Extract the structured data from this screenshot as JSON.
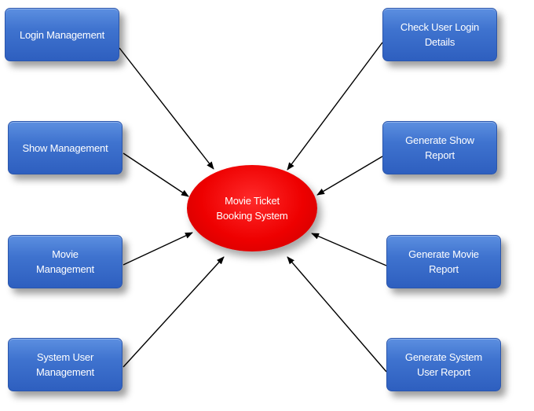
{
  "center": {
    "label_line1": "Movie Ticket",
    "label_line2": "Booking System"
  },
  "left_nodes": [
    {
      "lines": [
        "Login Management"
      ]
    },
    {
      "lines": [
        "Show Management"
      ]
    },
    {
      "lines": [
        "Movie",
        "Management"
      ]
    },
    {
      "lines": [
        "System User",
        "Management"
      ]
    }
  ],
  "right_nodes": [
    {
      "lines": [
        "Check User Login",
        "Details"
      ]
    },
    {
      "lines": [
        "Generate Show",
        "Report"
      ]
    },
    {
      "lines": [
        "Generate Movie",
        "Report"
      ]
    },
    {
      "lines": [
        "Generate System",
        "User Report"
      ]
    }
  ],
  "colors": {
    "node_fill": "#3f73cf",
    "center_fill": "#ee0000",
    "arrow": "#000000"
  }
}
